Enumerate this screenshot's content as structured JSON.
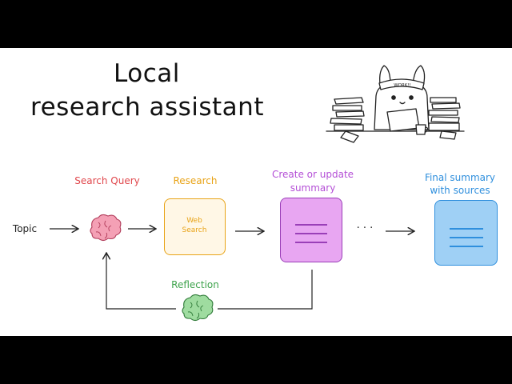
{
  "title": {
    "line1": "Local",
    "line2": "research assistant"
  },
  "mascot": {
    "headband_text": "WORK!!",
    "icon": "llama-working-at-desk-icon"
  },
  "nodes": {
    "topic": "Topic",
    "search_query": "Search Query",
    "research": "Research",
    "web_search_line1": "Web",
    "web_search_line2": "Search",
    "create_update_line1": "Create or update",
    "create_update_line2": "summary",
    "final_line1": "Final summary",
    "final_line2": "with sources",
    "reflection": "Reflection",
    "ellipsis": "· · ·"
  },
  "colors": {
    "search_query": "#e0474c",
    "research": "#e8a317",
    "create_update": "#b44fd6",
    "final_summary": "#2f8fdd",
    "reflection": "#3fa34d",
    "brain_pink": "#f4a0b5",
    "brain_green": "#9fdca0",
    "research_box_fill": "#fff7e6",
    "summary_box_fill": "#e8a6f2",
    "final_box_fill": "#9fd0f5"
  },
  "icons": {
    "search_brain": "brain-icon",
    "reflection_brain": "brain-icon"
  }
}
